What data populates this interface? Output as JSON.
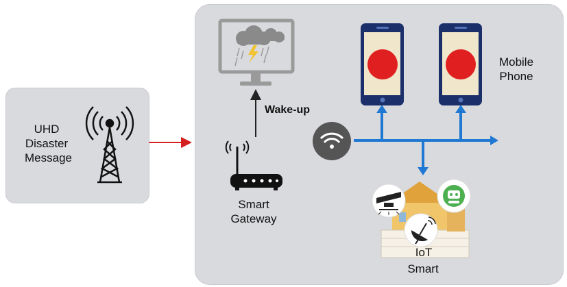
{
  "source": {
    "label": "UHD\nDisaster\nMessage",
    "icon": "broadcast-tower-icon"
  },
  "gateway": {
    "label": "Smart\nGateway",
    "icon": "router-icon"
  },
  "wakeup": {
    "label": "Wake-up"
  },
  "display": {
    "icon": "weather-monitor-icon"
  },
  "wifi": {
    "icon": "wifi-icon"
  },
  "mobile": {
    "label": "Mobile\nPhone",
    "icon": "smartphone-icon"
  },
  "smart_home": {
    "iot_label": "IoT",
    "label": "Smart",
    "icons": [
      "cctv-camera-icon",
      "robot-icon",
      "satellite-dish-icon",
      "house-icon"
    ]
  },
  "colors": {
    "panel": "#d9dade",
    "arrow_red": "#d42020",
    "arrow_blue": "#1f78d1",
    "phone_frame": "#1b2f6b",
    "alarm_red": "#e02020"
  }
}
